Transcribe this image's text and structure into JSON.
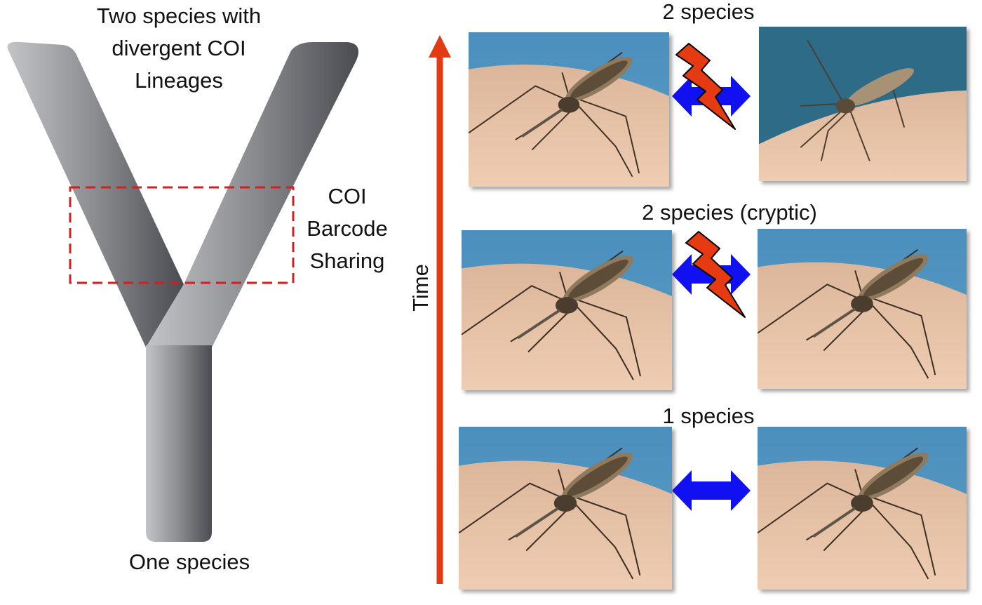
{
  "tree": {
    "top_label_lines": [
      "Two species with",
      "divergent COI",
      "Lineages"
    ],
    "barcode_label_lines": [
      "COI",
      "Barcode",
      "Sharing"
    ],
    "bottom_label": "One species",
    "colors": {
      "left_branch": "#bcbdc1",
      "right_branch": "#4d4f54",
      "trunk": "#8a8b8f",
      "dashed_box": "#d02020"
    }
  },
  "timeline": {
    "axis_label": "Time",
    "axis_color": "#e23a12"
  },
  "stages": [
    {
      "label": "2 species",
      "barrier": true,
      "right_photo_variant": "different"
    },
    {
      "label": "2 species (cryptic)",
      "barrier": true,
      "right_photo_variant": "same"
    },
    {
      "label": "1 species",
      "barrier": false,
      "right_photo_variant": "same"
    }
  ],
  "colors": {
    "exchange_arrow": "#1010f0",
    "lightning_fill": "#e53a12",
    "photo_sky": "#4a90bd",
    "photo_skin": "#e6c0a0"
  }
}
